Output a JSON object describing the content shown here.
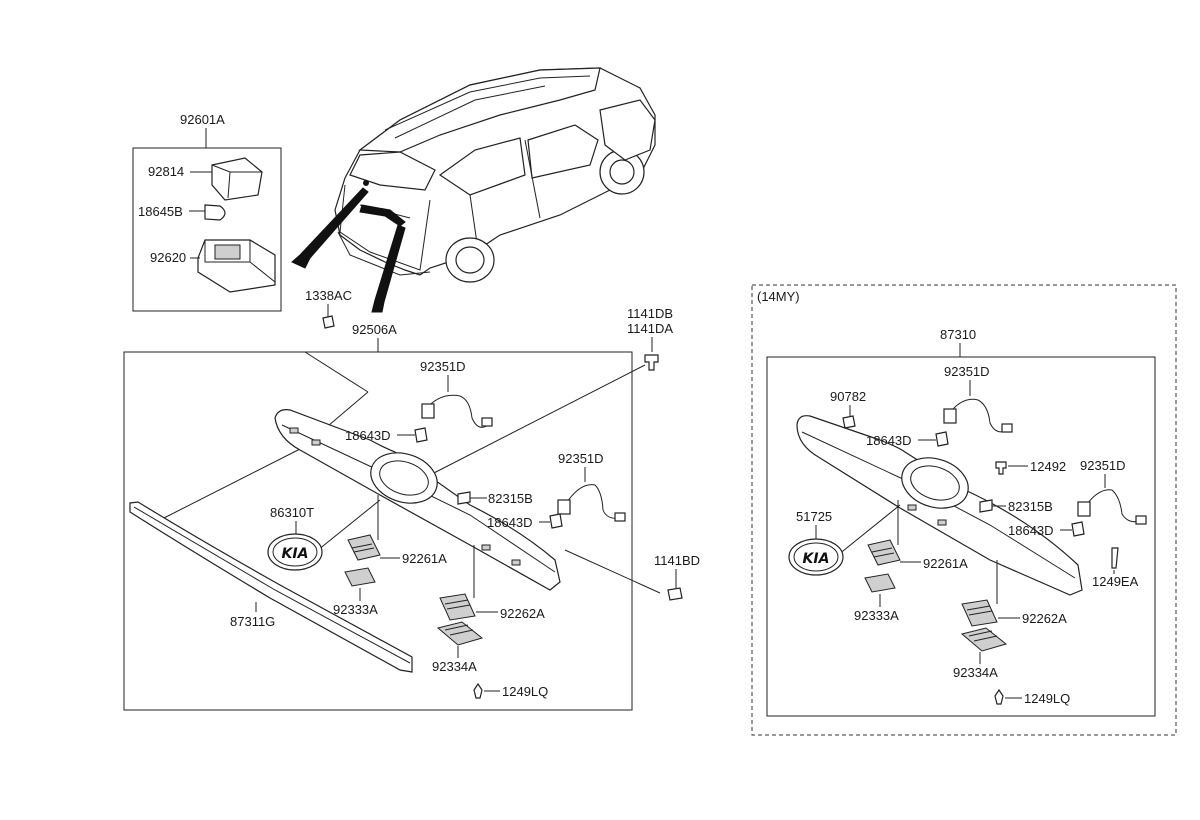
{
  "diagram": {
    "labels": {
      "box_lamp": "92601A",
      "p92814": "92814",
      "p18645B": "18645B",
      "p92620": "92620",
      "p1338AC": "1338AC",
      "p92506A": "92506A",
      "p1141DB": "1141DB",
      "p1141DA": "1141DA",
      "p92351D_l1": "92351D",
      "p18643D_l1": "18643D",
      "p92351D_l2": "92351D",
      "p82315B_l": "82315B",
      "p18643D_l2": "18643D",
      "p86310T": "86310T",
      "p92261A_l": "92261A",
      "p1141BD": "1141BD",
      "p92333A_l": "92333A",
      "p92262A_l": "92262A",
      "p87311G": "87311G",
      "p92334A_l": "92334A",
      "p1249LQ_l": "1249LQ",
      "variant_tag": "(14MY)",
      "p87310": "87310",
      "p92351D_r1": "92351D",
      "p90782": "90782",
      "p18643D_r1": "18643D",
      "p12492": "12492",
      "p92351D_r2": "92351D",
      "p82315B_r": "82315B",
      "p18643D_r2": "18643D",
      "p51725": "51725",
      "p92261A_r": "92261A",
      "p1249EA": "1249EA",
      "p92333A_r": "92333A",
      "p92262A_r": "92262A",
      "p92334A_r": "92334A",
      "p1249LQ_r": "1249LQ"
    },
    "emblem_text": "KIA"
  }
}
